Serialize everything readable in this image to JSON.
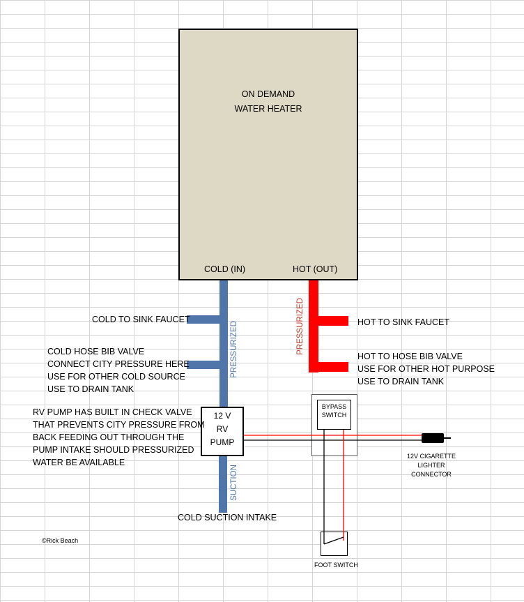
{
  "heater": {
    "title_line1": "ON DEMAND",
    "title_line2": "WATER HEATER",
    "cold_in": "COLD (IN)",
    "hot_out": "HOT (OUT)"
  },
  "cold_side": {
    "pressurized_label": "PRESSURIZED",
    "suction_label": "SUCTION",
    "sink_faucet": "COLD TO SINK FAUCET",
    "hose_bib_lines": [
      "COLD HOSE BIB VALVE",
      "CONNECT CITY PRESSURE HERE",
      "USE FOR OTHER COLD SOURCE",
      "USE TO DRAIN TANK"
    ],
    "suction_intake": "COLD SUCTION INTAKE"
  },
  "hot_side": {
    "pressurized_label": "PRESSURIZED",
    "sink_faucet": "HOT TO SINK FAUCET",
    "hose_bib_lines": [
      "HOT TO HOSE BIB VALVE",
      "USE FOR OTHER HOT PURPOSE",
      "USE TO DRAIN TANK"
    ]
  },
  "pump": {
    "line1": "12 V",
    "line2": "RV",
    "line3": "PUMP",
    "note_lines": [
      "RV PUMP HAS BUILT IN CHECK VALVE",
      "THAT  PREVENTS CITY PRESSURE FROM",
      "BACK FEEDING OUT THROUGH THE",
      "PUMP INTAKE SHOULD PRESSURIZED",
      "WATER BE AVAILABLE"
    ]
  },
  "electrical": {
    "bypass_line1": "BYPASS",
    "bypass_line2": "SWITCH",
    "connector_lines": [
      "12V CIGARETTE",
      "LIGHTER",
      "CONNECTOR"
    ],
    "foot_switch": "FOOT SWITCH"
  },
  "credit": "©Rick Beach",
  "colors": {
    "cold_pipe": "#4f75aa",
    "hot_pipe": "#ff0000",
    "heater_fill": "#ddd9c4",
    "pressurized_cold_text": "#4f75aa",
    "pressurized_hot_text": "#c0392b"
  }
}
